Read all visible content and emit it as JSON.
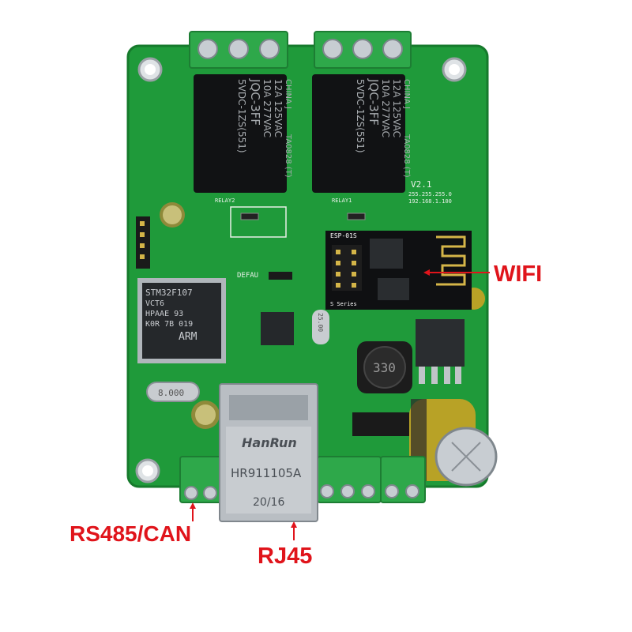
{
  "callouts": {
    "wifi": "WIFI",
    "rs485": "RS485/CAN",
    "rj45": "RJ45"
  },
  "board": {
    "version": "V2.1",
    "netmask": "255.255.255.0",
    "ip": "192.168.1.100",
    "default_label": "DEFAU",
    "relay1_silk": "RELAY1",
    "relay2_silk": "RELAY2",
    "wifi_module": "ESP-01S",
    "wifi_series": "S Series",
    "crystal": "8.000",
    "crystal2": "25.00",
    "inductor": "330"
  },
  "relays": {
    "model": "JQC-3FF",
    "coil": "5VDC-1ZS(551)",
    "rating1": "10A 277VAC",
    "rating2": "12A 125VAC",
    "origin": "CHINA J",
    "code": "TA0828 (T)"
  },
  "mcu": {
    "line1": "STM32F107",
    "line2": "VCT6",
    "line3": "HPAAE 93",
    "line4": "K0R 7B 019",
    "brand": "ARM"
  },
  "rj45_jack": {
    "brand": "HanRun",
    "model": "HR911105A",
    "date": "20/16"
  },
  "colors": {
    "pcb": "#1f9a3a",
    "terminal": "#2ea84a",
    "callout": "#e0141b"
  }
}
